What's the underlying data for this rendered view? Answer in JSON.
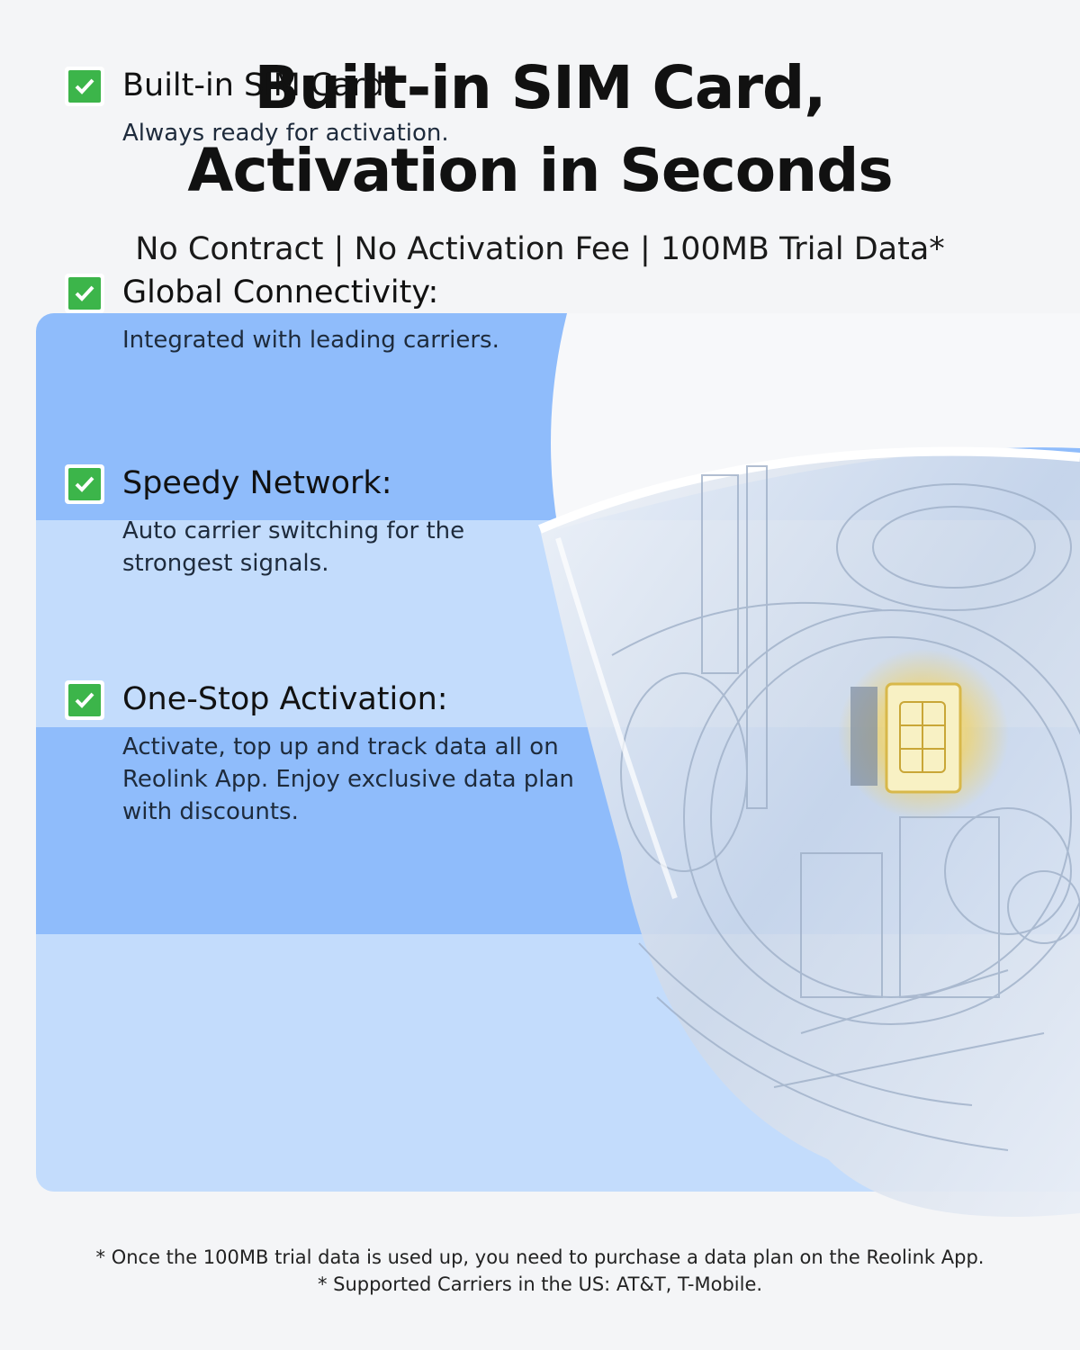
{
  "header": {
    "title_line1": "Built-in SIM Card,",
    "title_line2": "Activation in Seconds",
    "subtitle": "No Contract | No Activation Fee | 100MB Trial Data*"
  },
  "features": [
    {
      "title": "Built-in SIM Card:",
      "desc": "Always ready for activation."
    },
    {
      "title": "Global Connectivity:",
      "desc": "Integrated with leading carriers."
    },
    {
      "title": "Speedy Network:",
      "desc": "Auto carrier switching for the strongest signals."
    },
    {
      "title": "One-Stop Activation:",
      "desc": "Activate, top up and track data all on Reolink App. Enjoy exclusive data plan with discounts."
    }
  ],
  "footnotes": {
    "line1": "* Once the 100MB trial data is used up, you need to purchase a data plan on the Reolink App.",
    "line2": "* Supported Carriers in the US: AT&T, T-Mobile."
  },
  "colors": {
    "band_dark": "#8fbcfb",
    "band_light": "#c3dcfc",
    "check_green": "#3cb54a",
    "sim_glow": "#f5d35c"
  },
  "icons": {
    "check": "check-icon",
    "product": "camera-illustration"
  }
}
